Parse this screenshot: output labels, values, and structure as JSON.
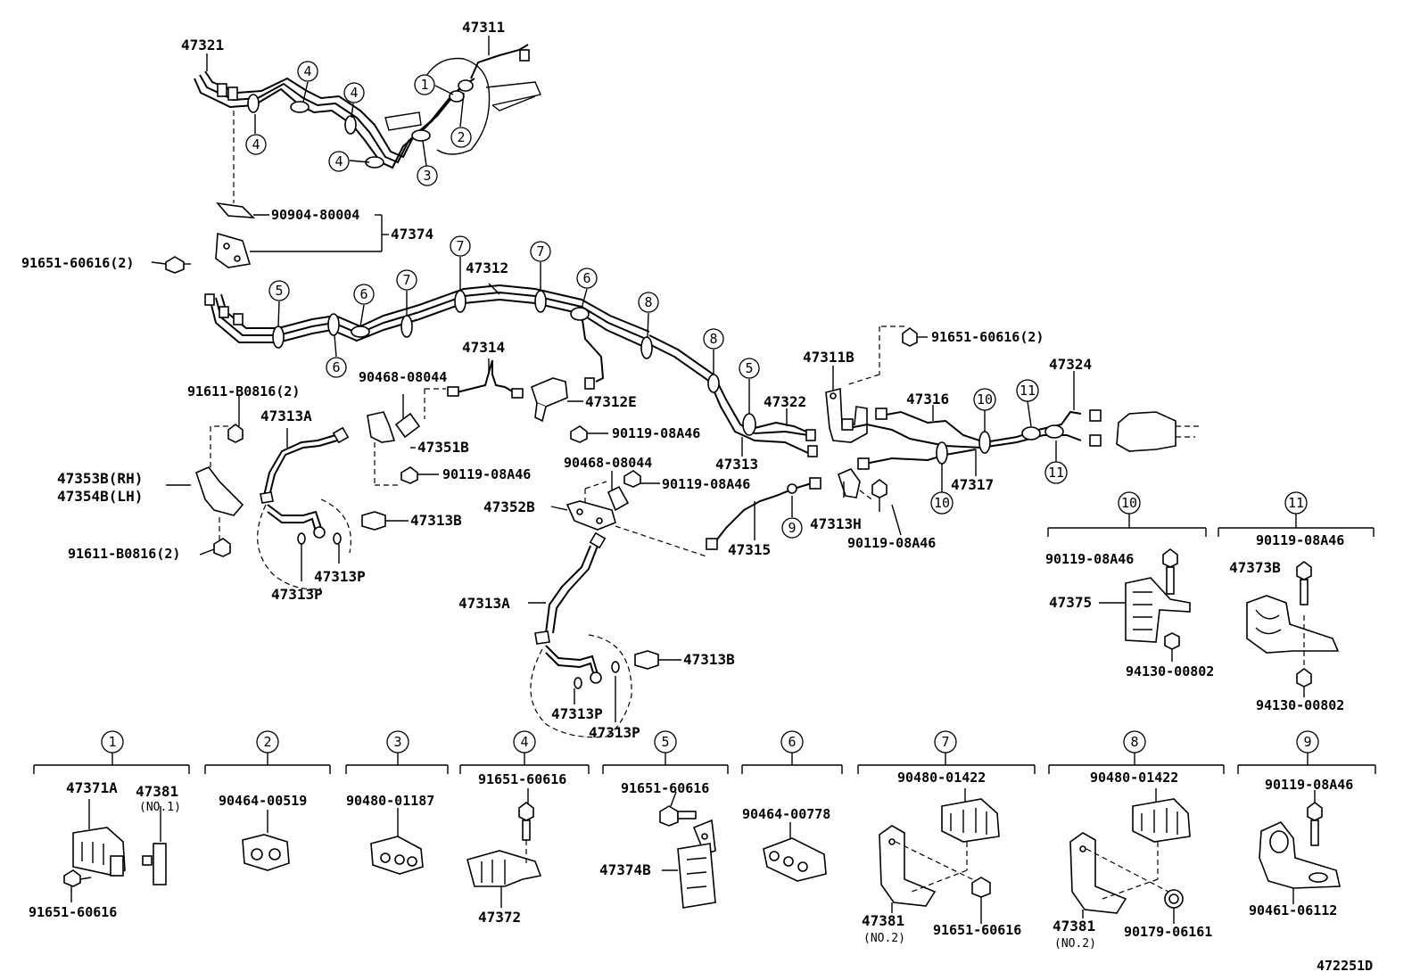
{
  "diagram": {
    "figure_id": "472251D",
    "callouts": {
      "c1": "1",
      "c2": "2",
      "c3": "3",
      "c4": "4",
      "c5": "5",
      "c6": "6",
      "c7": "7",
      "c8": "8",
      "c9": "9",
      "c10": "10",
      "c11": "11"
    },
    "labels": {
      "p47321": "47321",
      "p47311": "47311",
      "p90904_80004": "90904-80004",
      "p47374": "47374",
      "p91651_60616_2_a": "91651-60616(2)",
      "p47312": "47312",
      "p47314": "47314",
      "p90468_08044_a": "90468-08044",
      "p47312E": "47312E",
      "p90119_08A46_a": "90119-08A46",
      "p91611_B0816_2_top": "91611-B0816(2)",
      "p47313A_a": "47313A",
      "p47351B": "47351B",
      "p90119_08A46_b": "90119-08A46",
      "p47353B": "47353B(RH)",
      "p47354B": "47354B(LH)",
      "p91611_B0816_2_bot": "91611-B0816(2)",
      "p47313B_a": "47313B",
      "p47313P_a": "47313P",
      "p47313P_b": "47313P",
      "p90468_08044_b": "90468-08044",
      "p90119_08A46_c": "90119-08A46",
      "p47352B": "47352B",
      "p47313A_b": "47313A",
      "p47313B_b": "47313B",
      "p47313P_c": "47313P",
      "p47313P_d": "47313P",
      "p47311B": "47311B",
      "p91651_60616_2_b": "91651-60616(2)",
      "p47322": "47322",
      "p47313": "47313",
      "p47316": "47316",
      "p47324": "47324",
      "p47317": "47317",
      "p47315": "47315",
      "p47313H": "47313H",
      "p90119_08A46_d": "90119-08A46",
      "p10_90119_08A46": "90119-08A46",
      "p10_47375": "47375",
      "p10_94130_00802": "94130-00802",
      "p11_90119_08A46": "90119-08A46",
      "p11_47373B": "47373B",
      "p11_94130_00802": "94130-00802",
      "g1_47371A": "47371A",
      "g1_47381": "47381",
      "g1_no1": "(NO.1)",
      "g1_91651_60616": "91651-60616",
      "g2_90464_00519": "90464-00519",
      "g3_90480_01187": "90480-01187",
      "g4_91651_60616": "91651-60616",
      "g4_47372": "47372",
      "g5_91651_60616": "91651-60616",
      "g5_47374B": "47374B",
      "g6_90464_00778": "90464-00778",
      "g7_90480_01422": "90480-01422",
      "g7_47381": "47381",
      "g7_no2": "(NO.2)",
      "g7_91651_60616": "91651-60616",
      "g8_90480_01422": "90480-01422",
      "g8_47381": "47381",
      "g8_no2": "(NO.2)",
      "g8_90179_06161": "90179-06161",
      "g9_90119_08A46": "90119-08A46",
      "g9_90461_06112": "90461-06112"
    }
  }
}
